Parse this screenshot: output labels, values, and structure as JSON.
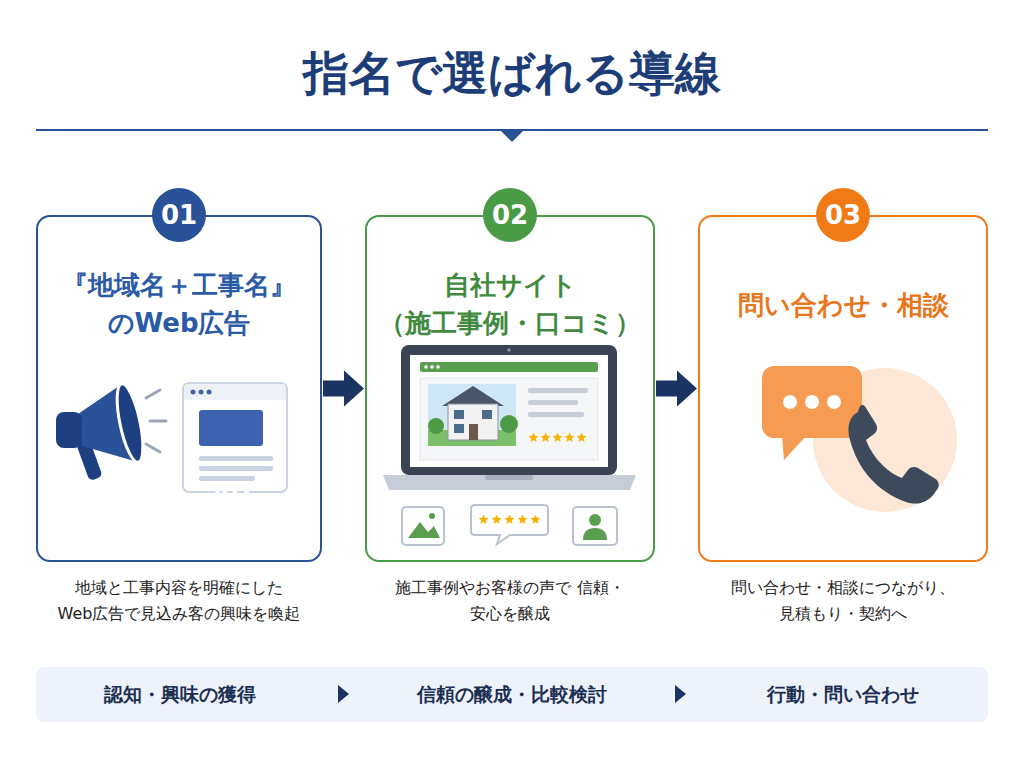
{
  "diagram": {
    "title": "指名で選ばれる導線",
    "nodes": [
      {
        "text": [
          "『地域名＋工事名』 のWeb広告",
          "地域と工事内容を明確にした Web広告で見込み客の興味を喚起"
        ]
      },
      {
        "text": [
          "01"
        ],
        "in": 0
      },
      {
        "text": [
          "自社サイト （施工事例・口コミ）",
          "施工事例やお客様の声で 信頼・安心を醸成"
        ]
      },
      {
        "text": [
          "02"
        ],
        "in": 2
      },
      {
        "text": [
          "問い合わせ・相談",
          "問い合わせ・相談につながり、 見積もり・契約へ"
        ]
      },
      {
        "text": [
          "03"
        ],
        "in": 4
      },
      {
        "text": [
          "認知・興味の獲得",
          "信頼の醸成・比較検討",
          "行動・問い合わせ"
        ]
      }
    ],
    "edges": [
      {
        "from": 0,
        "to": 2,
        "arrow": "to"
      },
      {
        "from": 2,
        "to": 4,
        "arrow": "to"
      }
    ],
    "labels": [
      "AD"
    ]
  }
}
